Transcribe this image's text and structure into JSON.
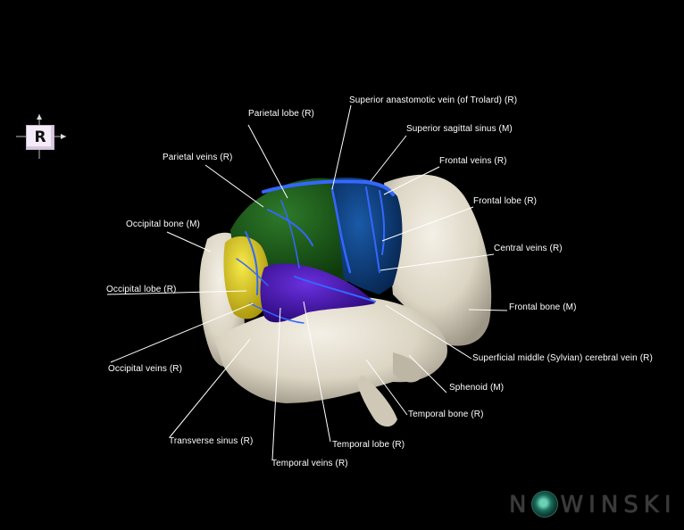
{
  "orientation": {
    "label": "R"
  },
  "labels": {
    "superior_anastomotic_vein": "Superior anastomotic vein (of Trolard) (R)",
    "parietal_lobe": "Parietal lobe (R)",
    "superior_sagittal_sinus": "Superior sagittal sinus (M)",
    "parietal_veins": "Parietal veins (R)",
    "frontal_veins": "Frontal veins (R)",
    "frontal_lobe": "Frontal lobe (R)",
    "occipital_bone": "Occipital bone (M)",
    "central_veins": "Central veins (R)",
    "occipital_lobe": "Occipital lobe (R)",
    "frontal_bone": "Frontal bone (M)",
    "superficial_middle_cerebral_vein": "Superficial middle (Sylvian) cerebral vein (R)",
    "occipital_veins": "Occipital veins (R)",
    "sphenoid": "Sphenoid (M)",
    "temporal_bone": "Temporal bone (R)",
    "transverse_sinus": "Transverse sinus (R)",
    "temporal_lobe": "Temporal lobe (R)",
    "temporal_veins": "Temporal veins (R)"
  },
  "brand": {
    "wordmark_prefix": "N",
    "wordmark_suffix": "WINSKI"
  },
  "colors": {
    "background": "#000000",
    "bone": "#e3ddcf",
    "parietal_lobe": "#1d5a1a",
    "frontal_lobe": "#0e3f7e",
    "occipital_lobe": "#e6d21c",
    "temporal_lobe": "#4b14b8",
    "veins": "#2a55e0",
    "leader_lines": "#ffffff"
  }
}
